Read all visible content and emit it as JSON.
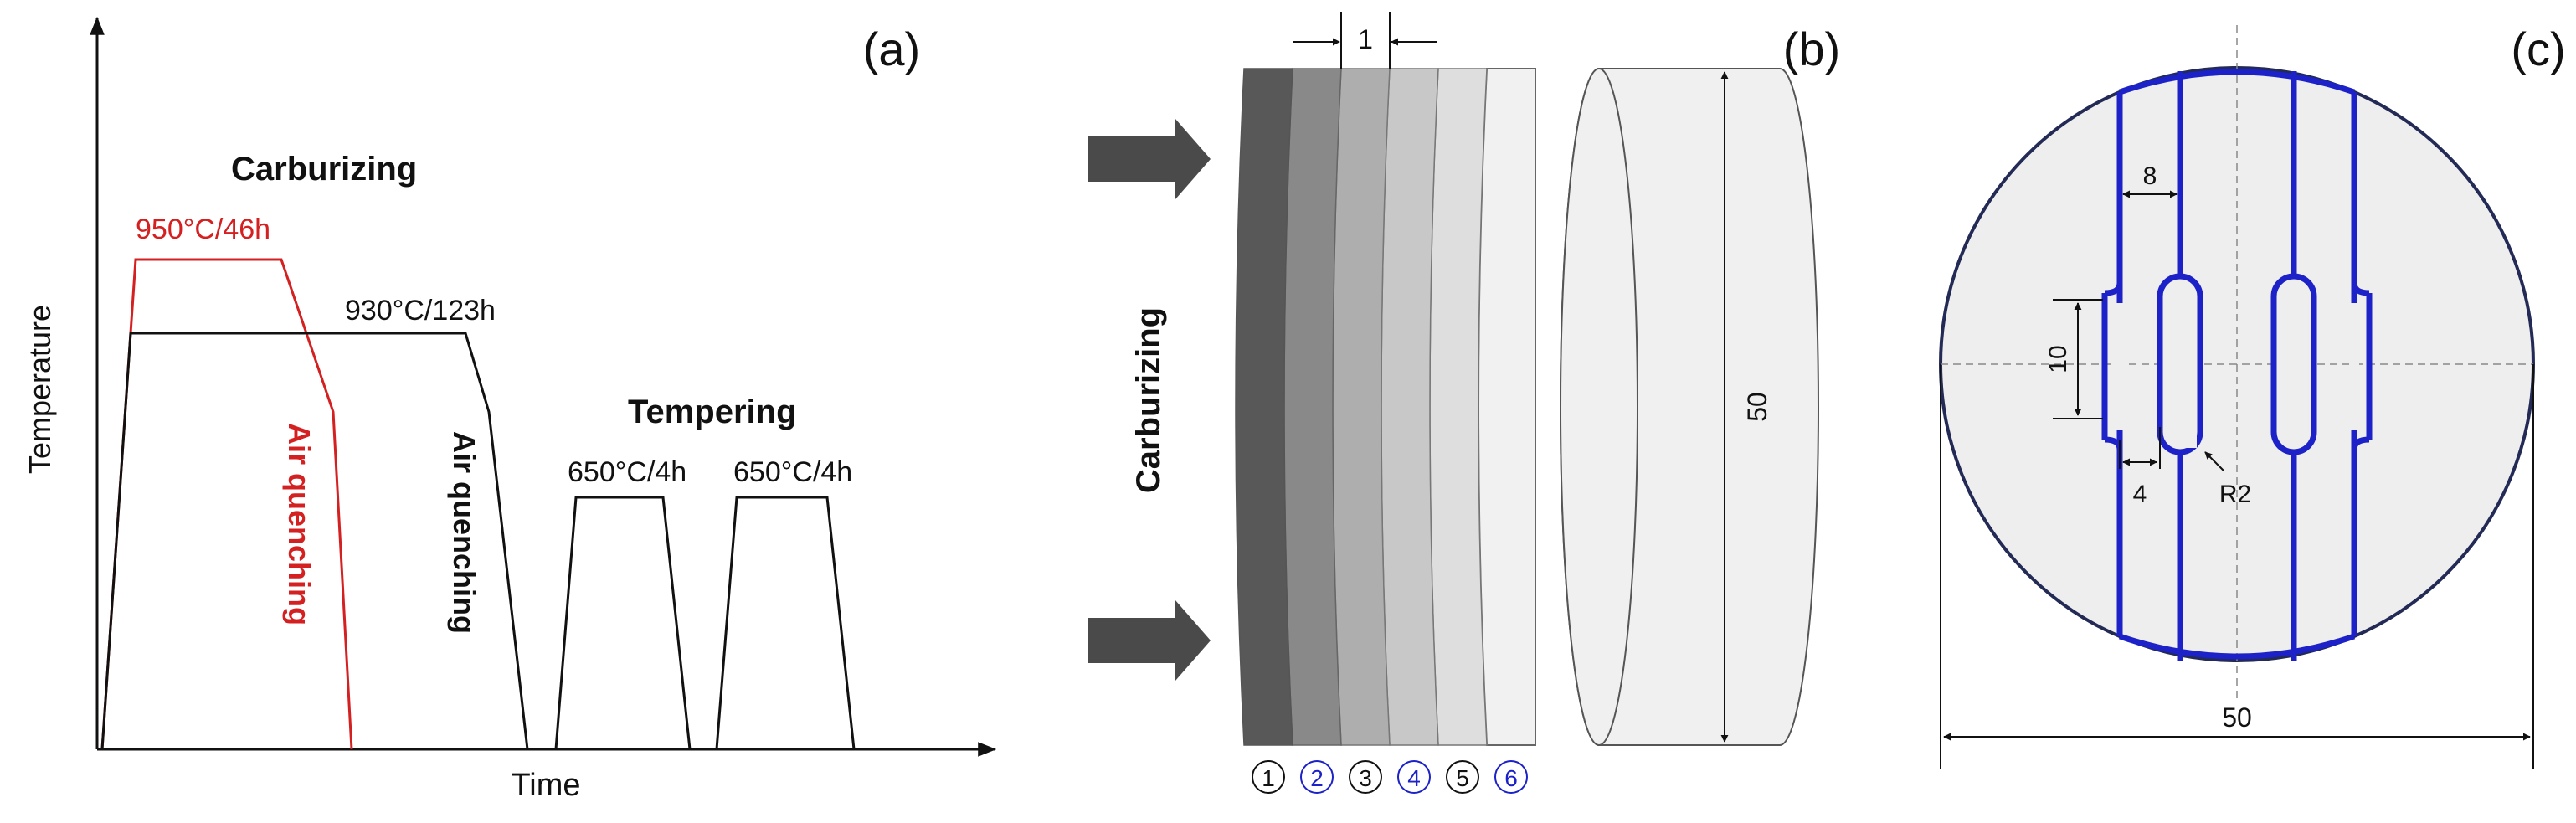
{
  "panels": {
    "a": "(a)",
    "b": "(b)",
    "c": "(c)"
  },
  "panel_a": {
    "ylabel": "Temperature",
    "xlabel": "Time",
    "carburizing_title": "Carburizing",
    "red_condition": "950°C/46h",
    "black_condition": "930°C/123h",
    "red_quench": "Air quenching",
    "black_quench": "Air quenching",
    "tempering_title": "Tempering",
    "temper1": "650°C/4h",
    "temper2": "650°C/4h"
  },
  "panel_b": {
    "carburizing_label": "Carburizing",
    "slice_dim": "1",
    "height_dim": "50",
    "layers": [
      "1",
      "2",
      "3",
      "4",
      "5",
      "6"
    ]
  },
  "panel_c": {
    "width_dim": "8",
    "height_dim": "10",
    "gap_dim": "4",
    "radius_dim": "R2",
    "diameter_dim": "50"
  },
  "colors": {
    "red_process": "#d42020",
    "black_process": "#111111",
    "blue_specimen": "#1c22c8",
    "circle_fill": "#eeeeee",
    "arrow_fill": "#4a4a4a"
  }
}
